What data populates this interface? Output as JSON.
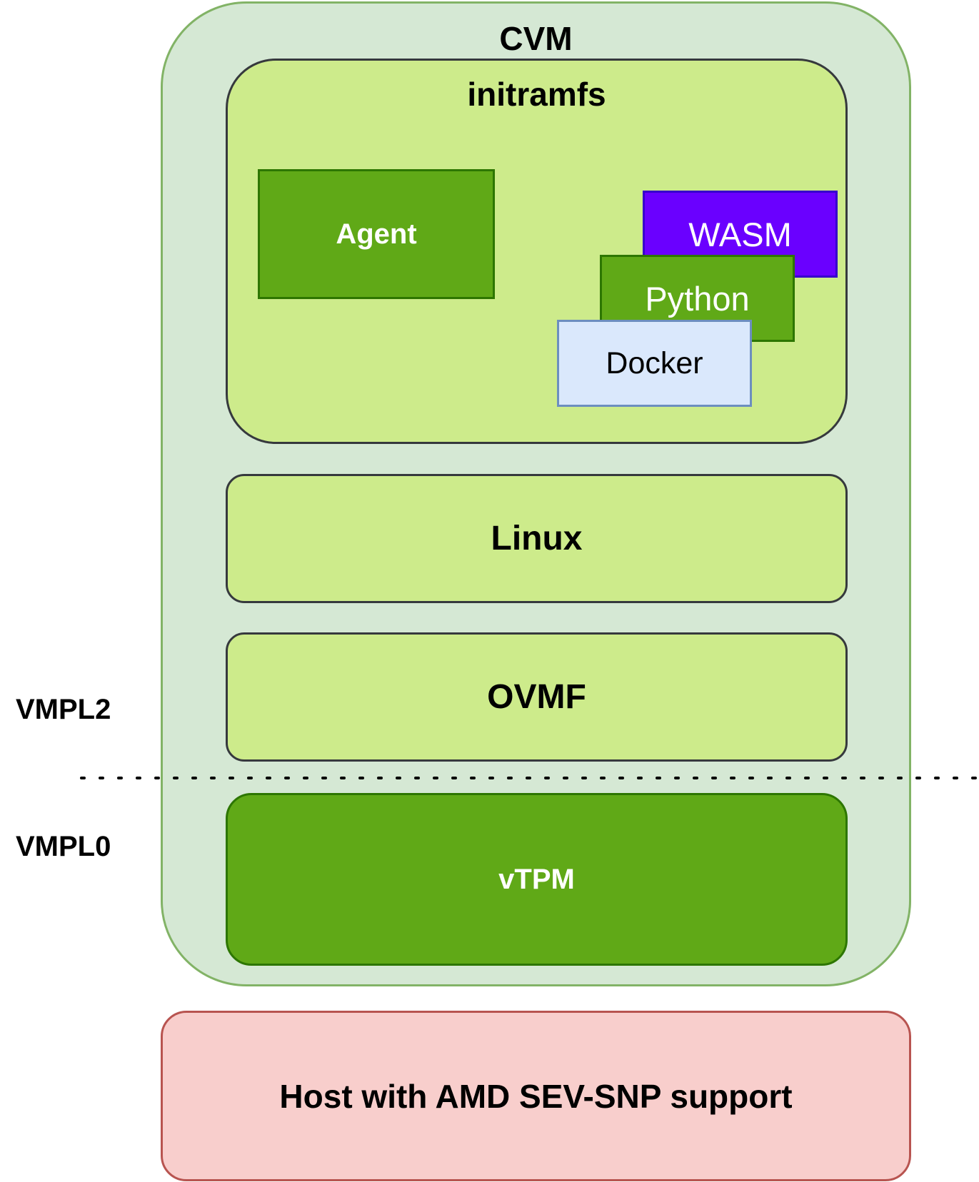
{
  "cvm": {
    "title": "CVM"
  },
  "initramfs": {
    "title": "initramfs",
    "agent_label": "Agent",
    "runtimes": {
      "wasm": "WASM",
      "python": "Python",
      "docker": "Docker"
    }
  },
  "layers": {
    "linux": "Linux",
    "ovmf": "OVMF",
    "vtpm": "vTPM"
  },
  "privilege_levels": {
    "upper": "VMPL2",
    "lower": "VMPL0"
  },
  "host": {
    "label": "Host with AMD SEV-SNP support"
  },
  "colors": {
    "cvm_fill": "#d5e8d4",
    "cvm_border": "#82b366",
    "light_green": "#cdeb8b",
    "dark_green": "#60a917",
    "wasm_purple": "#6a00ff",
    "docker_blue": "#dae8fc",
    "host_pink": "#f8cecc",
    "host_border": "#b85450"
  }
}
